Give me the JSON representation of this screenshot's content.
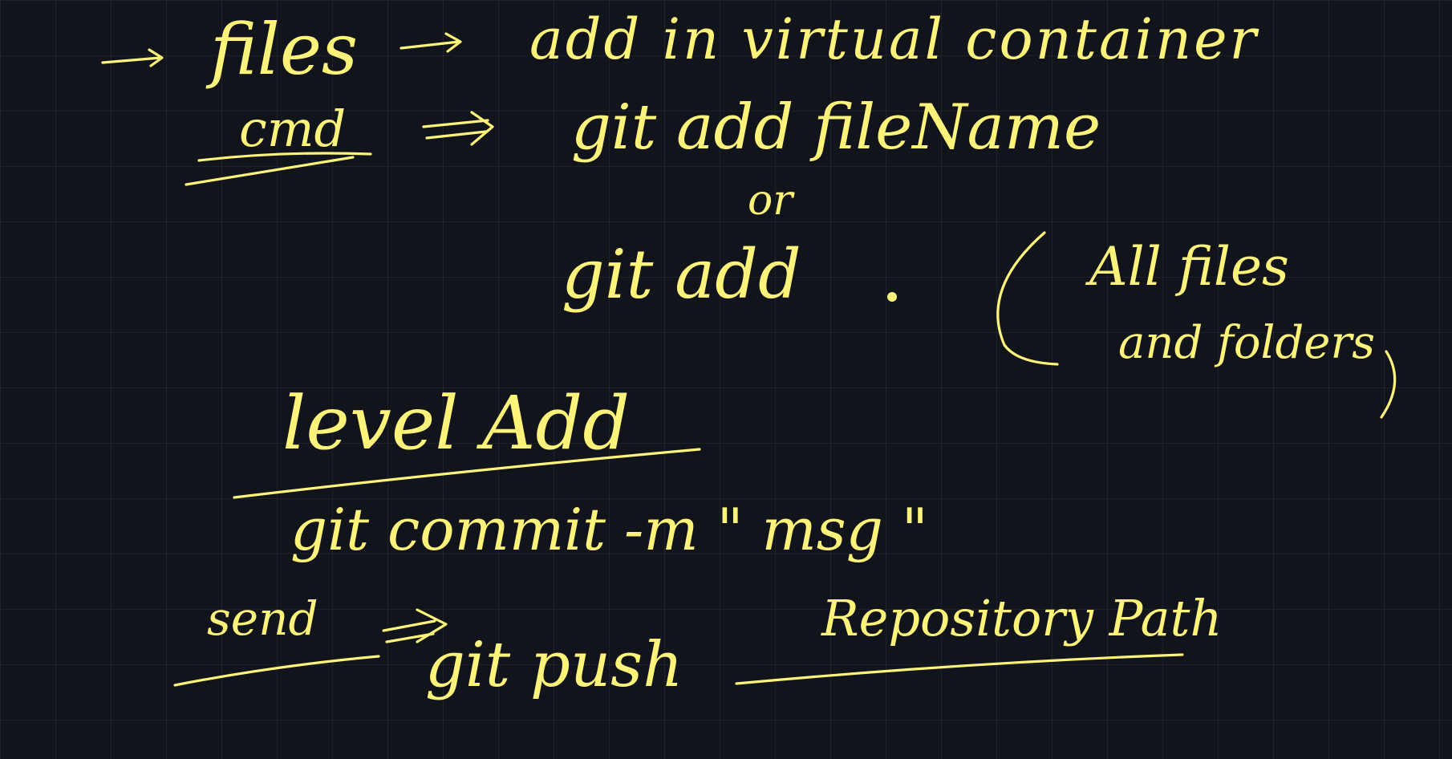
{
  "notes": {
    "line1": {
      "files": "files",
      "rest": "add   in   virtual   container"
    },
    "line2": {
      "cmd": "cmd",
      "command": "git add fileName"
    },
    "line3": {
      "or": "or"
    },
    "line4": {
      "command": "git add",
      "all_files": "All files",
      "and_folders": "and folders"
    },
    "line5": {
      "heading": "level Add"
    },
    "line6": {
      "command": "git  commit -m  \" msg \""
    },
    "line7": {
      "send": "send",
      "command": "git push",
      "path": "Repository Path"
    }
  },
  "colors": {
    "background": "#11141a",
    "ink": "#fdf37a",
    "grid": "#24282f"
  }
}
